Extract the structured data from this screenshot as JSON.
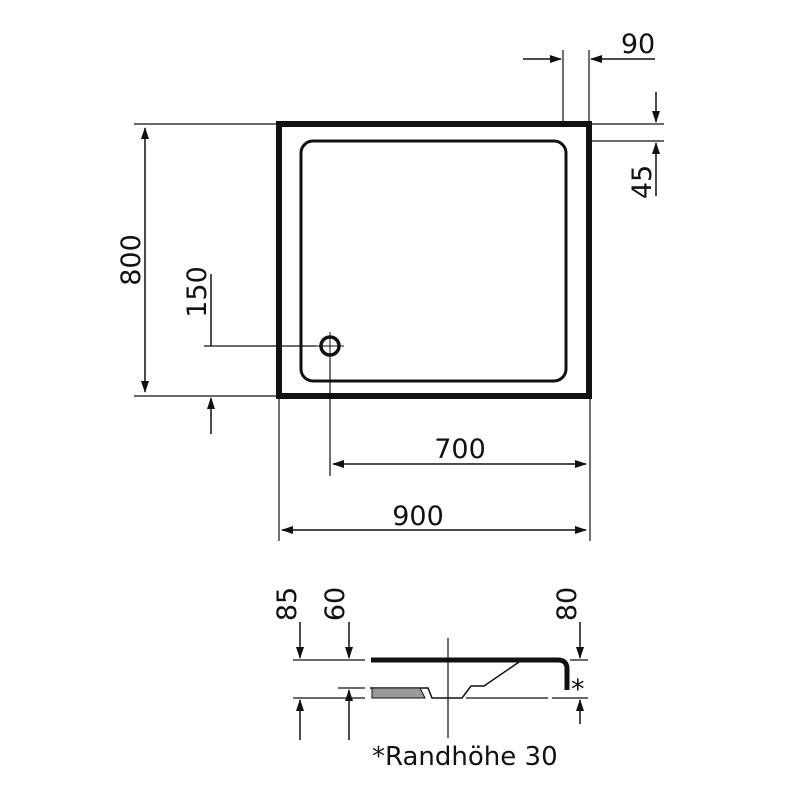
{
  "drawing": {
    "colors": {
      "line": "#111111",
      "hatch": "#9a9a9a",
      "paper": "#ffffff"
    },
    "plan": {
      "width": "900",
      "depth": "800",
      "rim": "90",
      "rim_depth": "45",
      "drain_offset_y": "150",
      "drain_to_edge": "700"
    },
    "section": {
      "h_left_outer": "85",
      "h_left_inner": "60",
      "h_right": "80",
      "asterisk": "*",
      "footnote": "*Randhöhe 30"
    }
  }
}
